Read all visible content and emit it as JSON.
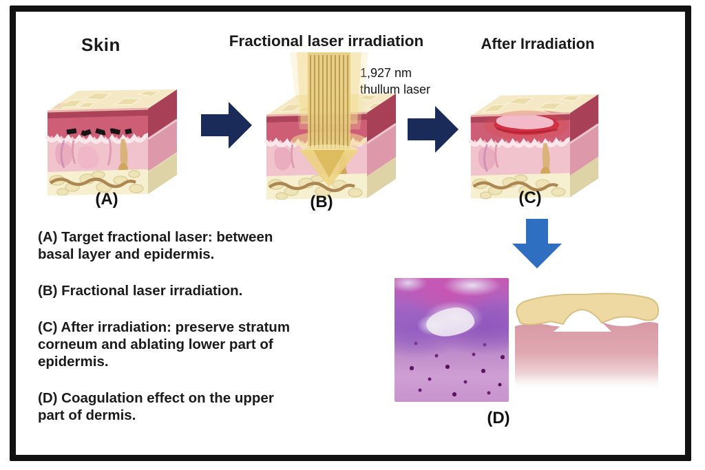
{
  "titles": {
    "skin": "Skin",
    "fractional": "Fractional laser irradiation",
    "after": "After Irradiation"
  },
  "laser_label": {
    "line1": "1,927 nm",
    "line2": "thullum laser"
  },
  "panel_labels": {
    "a": "(A)",
    "b": "(B)",
    "c": "(C)",
    "d": "(D)"
  },
  "descriptions": [
    {
      "lines": [
        "(A) Target fractional laser: between",
        "basal layer and epidermis."
      ]
    },
    {
      "lines": [
        "(B) Fractional laser irradiation."
      ]
    },
    {
      "lines": [
        "(C) After irradiation: preserve stratum",
        "corneum and ablating lower part of",
        "epidermis."
      ]
    },
    {
      "lines": [
        "(D) Coagulation effect on the upper",
        "part of dermis."
      ]
    }
  ],
  "colors": {
    "arrow_navy": "#1a2b5a",
    "arrow_blue": "#2e6fc2",
    "frame_black": "#121212"
  }
}
